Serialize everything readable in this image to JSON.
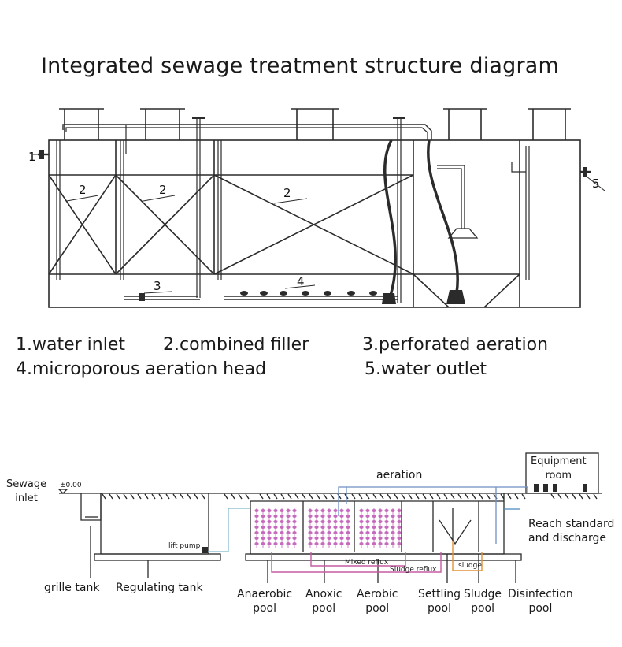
{
  "title": "Integrated sewage treatment structure diagram",
  "callouts": [
    "1",
    "2",
    "3",
    "4",
    "5"
  ],
  "legend": {
    "water_inlet": "1.water inlet",
    "combined_filler": "2.combined filler",
    "perforated_aeration": "3.perforated aeration",
    "microporous_head": "4.microporous aeration head",
    "water_outlet": "5.water outlet"
  },
  "flow": {
    "sewage_inlet": "Sewage\ninlet",
    "elevation": "±0.00",
    "equipment_room": "Equipment\nroom",
    "aeration": "aeration",
    "reach_standard": "Reach standard\nand discharge",
    "lift_pump": "lift pump",
    "mixed_reflux": "Mixed reflux",
    "sludge_reflux": "Sludge reflux",
    "sludge": "sludge",
    "grille_tank": "grille tank",
    "regulating_tank": "Regulating tank",
    "anaerobic_pool": "Anaerobic\npool",
    "anoxic_pool": "Anoxic\npool",
    "aerobic_pool": "Aerobic\npool",
    "settling_pool": "Settling\npool",
    "sludge_pool": "Sludge\npool",
    "disinfection_pool": "Disinfection\npool"
  },
  "colors": {
    "line": "#2b2b2b",
    "aeration_pipe": "#6e8fc2",
    "reflux_pipe": "#c65ba0",
    "sludge_pipe": "#e0913a",
    "discharge_pipe": "#4a86c0",
    "filler": "#c66bbd"
  }
}
